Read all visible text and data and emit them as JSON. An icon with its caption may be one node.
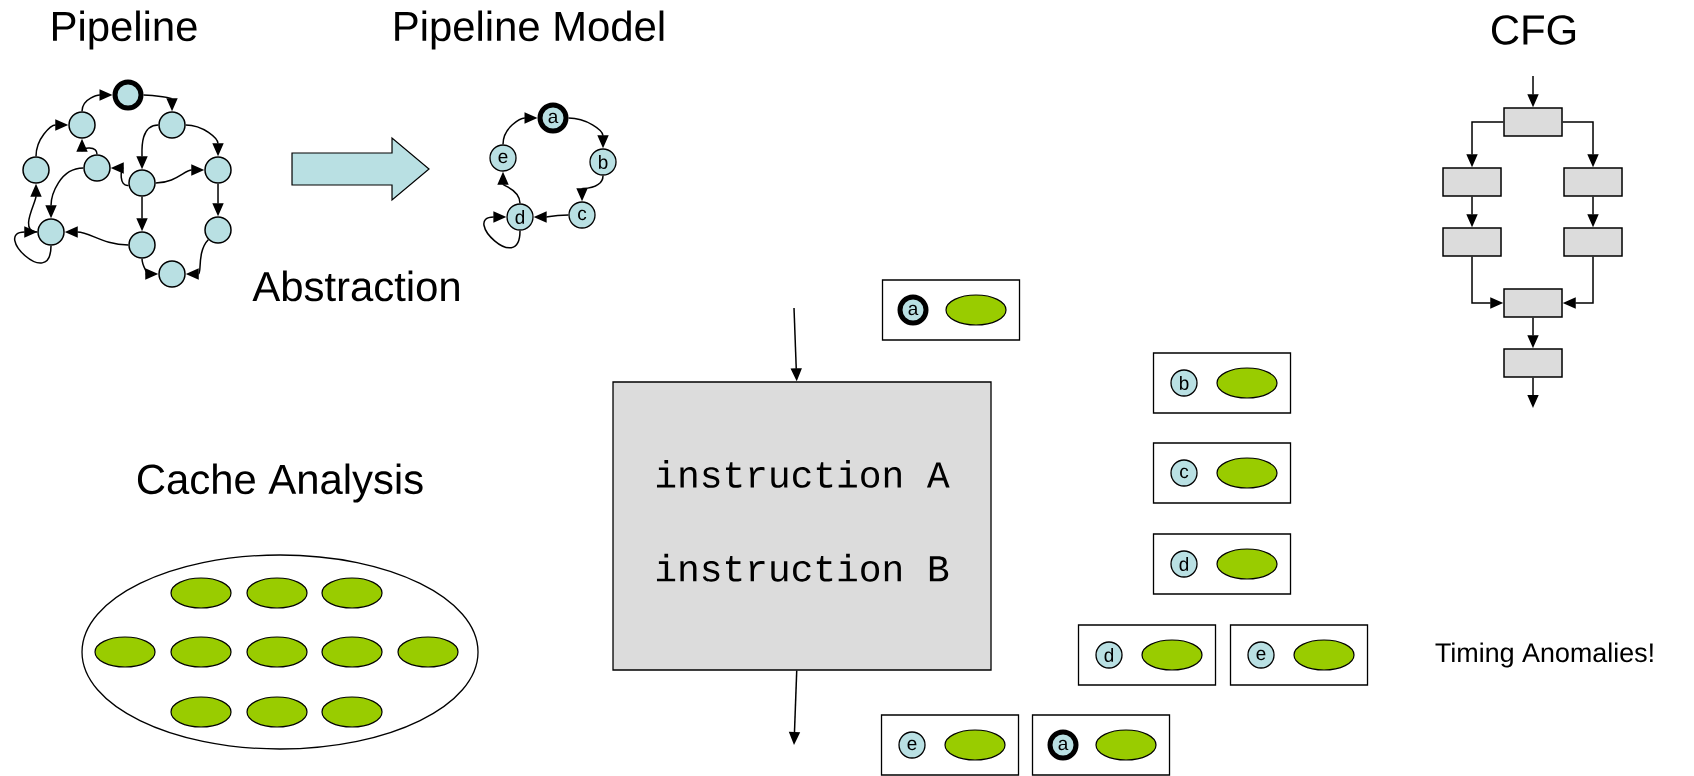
{
  "diagram": {
    "nodes": [
      {
        "text": [],
        "shape": "circle"
      },
      {
        "text": [],
        "shape": "circle"
      },
      {
        "text": [],
        "shape": "circle"
      },
      {
        "text": [],
        "shape": "circle"
      },
      {
        "text": [],
        "shape": "circle"
      },
      {
        "text": [],
        "shape": "circle"
      },
      {
        "text": [],
        "shape": "circle"
      },
      {
        "text": [],
        "shape": "circle"
      },
      {
        "text": [],
        "shape": "circle"
      },
      {
        "text": [],
        "shape": "circle"
      },
      {
        "text": [],
        "shape": "circle"
      },
      {
        "text": [
          "a"
        ]
      },
      {
        "text": [
          "b"
        ]
      },
      {
        "text": [
          "c"
        ]
      },
      {
        "text": [
          "d"
        ]
      },
      {
        "text": [
          "e"
        ]
      },
      {
        "text": [],
        "shape": "box"
      },
      {
        "text": [],
        "shape": "box"
      },
      {
        "text": [],
        "shape": "box"
      },
      {
        "text": [],
        "shape": "box"
      },
      {
        "text": [],
        "shape": "box"
      },
      {
        "text": [],
        "shape": "box"
      },
      {
        "text": [],
        "shape": "box"
      },
      {
        "text": [],
        "shape": "box"
      },
      {
        "text": [
          "a"
        ],
        "in": 23
      },
      {
        "text": [
          "instruction A",
          "instruction B"
        ]
      },
      {
        "text": [],
        "shape": "box"
      },
      {
        "text": [
          "b"
        ],
        "in": 26
      },
      {
        "text": [],
        "shape": "box"
      },
      {
        "text": [
          "c"
        ],
        "in": 28
      },
      {
        "text": [],
        "shape": "box"
      },
      {
        "text": [
          "d"
        ],
        "in": 30
      },
      {
        "text": [],
        "shape": "box"
      },
      {
        "text": [
          "d"
        ],
        "in": 32
      },
      {
        "text": [],
        "shape": "box"
      },
      {
        "text": [
          "e"
        ],
        "in": 34
      },
      {
        "text": [],
        "shape": "box"
      },
      {
        "text": [
          "e"
        ],
        "in": 36
      },
      {
        "text": [],
        "shape": "box"
      },
      {
        "text": [
          "a"
        ],
        "in": 38
      },
      {
        "text": [
          "Cache Analysis"
        ]
      }
    ],
    "edges": [
      {
        "from": 1,
        "to": 0,
        "arrow": "to"
      },
      {
        "from": 0,
        "to": 2,
        "arrow": "to"
      },
      {
        "from": 3,
        "to": 1,
        "arrow": "to"
      },
      {
        "from": 4,
        "to": 1,
        "arrow": "to"
      },
      {
        "from": 2,
        "to": 5,
        "arrow": "to"
      },
      {
        "from": 2,
        "to": 6,
        "arrow": "to"
      },
      {
        "from": 5,
        "to": 6,
        "arrow": "to"
      },
      {
        "from": 5,
        "to": 4,
        "arrow": "to"
      },
      {
        "from": 5,
        "to": 8,
        "arrow": "to"
      },
      {
        "from": 4,
        "to": 7,
        "arrow": "to"
      },
      {
        "from": 7,
        "to": 3,
        "arrow": "to"
      },
      {
        "from": 7,
        "to": 7,
        "arrow": "to"
      },
      {
        "from": 8,
        "to": 7,
        "arrow": "to"
      },
      {
        "from": 8,
        "to": 10,
        "arrow": "to"
      },
      {
        "from": 6,
        "to": 9,
        "arrow": "to"
      },
      {
        "from": 9,
        "to": 10,
        "arrow": "to"
      },
      {
        "from": 11,
        "to": 12,
        "arrow": "to"
      },
      {
        "from": 12,
        "to": 13,
        "arrow": "to"
      },
      {
        "from": 13,
        "to": 14,
        "arrow": "to"
      },
      {
        "from": 14,
        "to": 15,
        "arrow": "to"
      },
      {
        "from": 15,
        "to": 11,
        "arrow": "to"
      },
      {
        "from": 14,
        "to": 14,
        "arrow": "to"
      },
      {
        "from": null,
        "to": 16,
        "arrow": "to"
      },
      {
        "from": 16,
        "to": 17,
        "arrow": "to"
      },
      {
        "from": 16,
        "to": 18,
        "arrow": "to"
      },
      {
        "from": 17,
        "to": 19,
        "arrow": "to"
      },
      {
        "from": 18,
        "to": 20,
        "arrow": "to"
      },
      {
        "from": 19,
        "to": 21,
        "arrow": "to"
      },
      {
        "from": 20,
        "to": 21,
        "arrow": "to"
      },
      {
        "from": 21,
        "to": 22,
        "arrow": "to"
      },
      {
        "from": 22,
        "to": null,
        "arrow": "to"
      },
      {
        "from": null,
        "to": 25,
        "arrow": "to"
      },
      {
        "from": 25,
        "to": null,
        "arrow": "to"
      }
    ],
    "labels": [
      "Pipeline",
      "Pipeline Model",
      "CFG",
      "Abstraction",
      "Timing Anomalies!"
    ]
  }
}
